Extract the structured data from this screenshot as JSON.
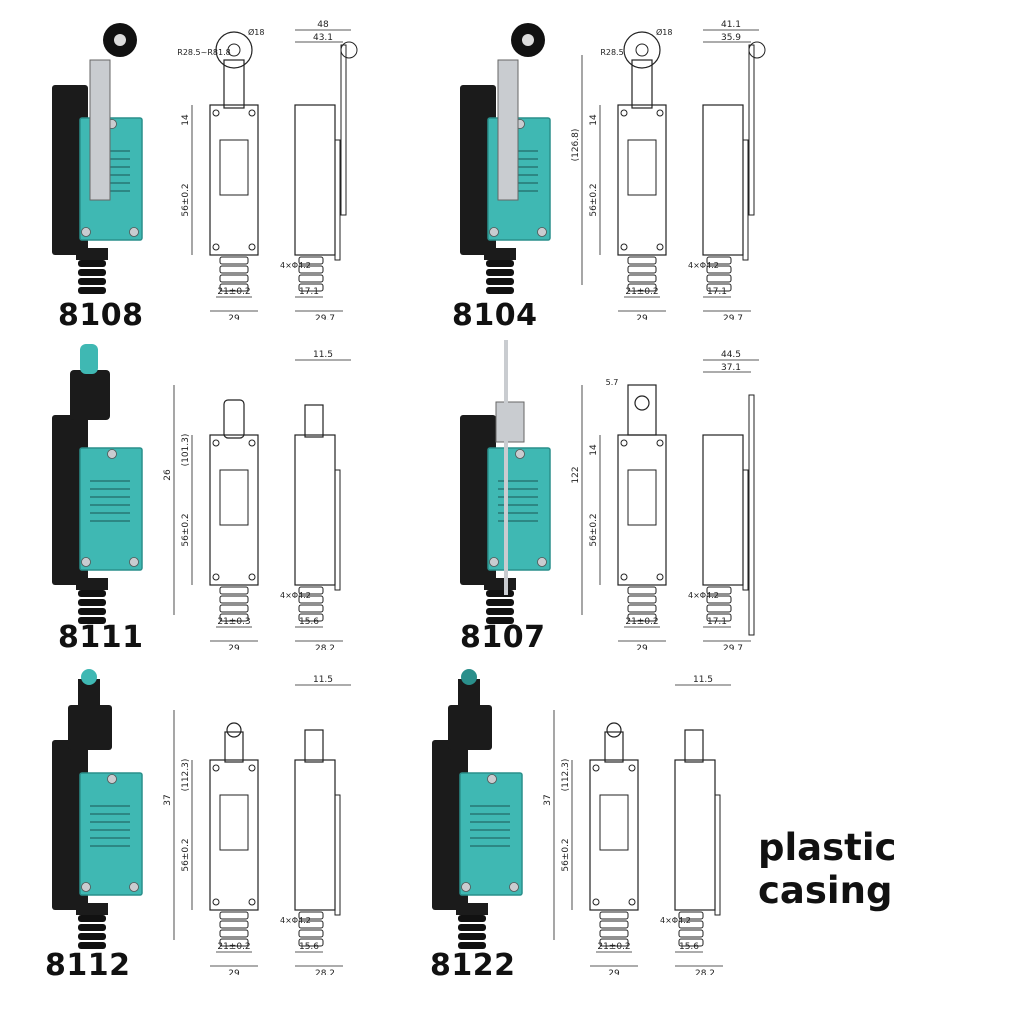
{
  "caption": "plastic casing",
  "colors": {
    "teal": "#3fb8b3",
    "teal_dark": "#2a8f8b",
    "body": "#1b1b1b",
    "line": "#222222",
    "metal": "#c9ccd0"
  },
  "models": [
    {
      "id": "8108",
      "label": "8108",
      "actuator": "roller-lever",
      "front_dims": {
        "top": "R28.5~R81.8",
        "top2": "Ø18",
        "left1": "14",
        "left2": "56±0.2",
        "hole": "4×Φ4.2",
        "b1": "21±0.2",
        "b2": "29"
      },
      "side_dims": {
        "t1": "48",
        "t2": "43.1",
        "b1": "17.1",
        "b2": "29.7"
      }
    },
    {
      "id": "8104",
      "label": "8104",
      "actuator": "rotary-roller",
      "front_dims": {
        "top": "R28.5",
        "top2": "Ø18",
        "left0": "(126.8)",
        "left1": "14",
        "left2": "56±0.2",
        "hole": "4×Φ4.2",
        "b1": "21±0.2",
        "b2": "29"
      },
      "side_dims": {
        "t1": "41.1",
        "t2": "35.9",
        "b1": "17.1",
        "b2": "29.7"
      }
    },
    {
      "id": "8111",
      "label": "8111",
      "actuator": "plunger",
      "front_dims": {
        "left0": "26",
        "left1": "(101.3)",
        "left2": "56±0.2",
        "hole": "4×Φ4.2",
        "b1": "21±0.3",
        "b2": "29"
      },
      "side_dims": {
        "t1": "11.5",
        "b1": "15.6",
        "b2": "28.2"
      }
    },
    {
      "id": "8107",
      "label": "8107",
      "actuator": "rod-lever",
      "front_dims": {
        "top": "5.7",
        "left0": "122",
        "left1": "14",
        "left2": "56±0.2",
        "hole": "4×Φ4.2",
        "b1": "21±0.2",
        "b2": "29"
      },
      "side_dims": {
        "t1": "44.5",
        "t2": "37.1",
        "b1": "17.1",
        "b2": "29.7"
      }
    },
    {
      "id": "8112",
      "label": "8112",
      "actuator": "roller-plunger",
      "front_dims": {
        "left0": "37",
        "left1": "(112.3)",
        "left2": "56±0.2",
        "hole": "4×Φ4.2",
        "b1": "21±0.2",
        "b2": "29"
      },
      "side_dims": {
        "t1": "11.5",
        "b1": "15.6",
        "b2": "28.2"
      }
    },
    {
      "id": "8122",
      "label": "8122",
      "actuator": "cross-roller-plunger",
      "front_dims": {
        "left0": "37",
        "left1": "(112.3)",
        "left2": "56±0.2",
        "hole": "4×Φ4.2",
        "b1": "21±0.2",
        "b2": "29"
      },
      "side_dims": {
        "t1": "11.5",
        "b1": "15.6",
        "b2": "28.2"
      }
    }
  ]
}
